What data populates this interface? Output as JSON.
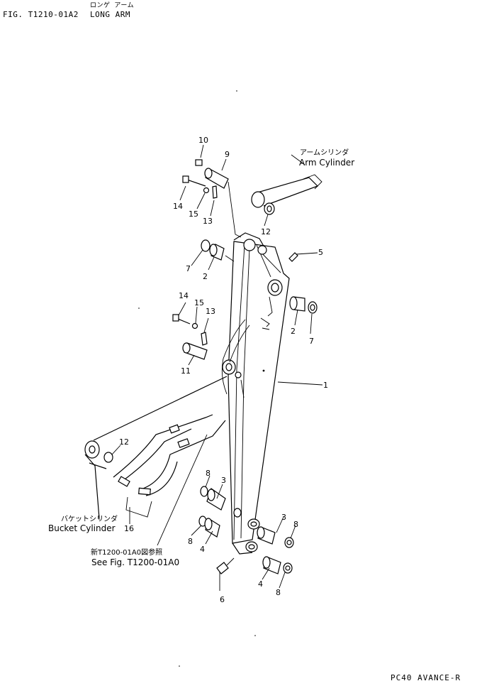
{
  "header": {
    "fig_no": "FIG. T1210-01A2",
    "title_jp": "ロンゲ アーム",
    "title_en": "LONG ARM"
  },
  "callouts": [
    "10",
    "9",
    "14",
    "15",
    "13",
    "12",
    "7",
    "2",
    "5",
    "14",
    "15",
    "13",
    "11",
    "2",
    "7",
    "1",
    "12",
    "8",
    "3",
    "8",
    "4",
    "3",
    "8",
    "6",
    "4",
    "8",
    "16"
  ],
  "captions": {
    "arm_cylinder_jp": "アームシリンダ",
    "arm_cylinder_en": "Arm Cylinder",
    "bucket_cylinder_jp": "バケットシリンダ",
    "bucket_cylinder_en": "Bucket Cylinder",
    "see_fig_jp": "新T1200-01A0図参照",
    "see_fig_en": "See Fig. T1200-01A0"
  },
  "footer": {
    "page_ref": "PC40 AVANCE-R"
  }
}
